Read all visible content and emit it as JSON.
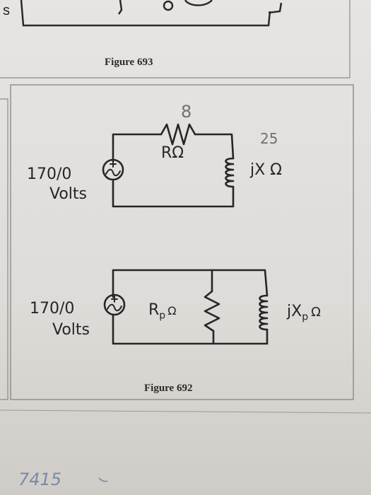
{
  "page": {
    "corner_text": "s",
    "bottom_scribble": "7415"
  },
  "figure_top": {
    "caption": "Figure 693"
  },
  "figure_bottom": {
    "caption": "Figure 692",
    "circuit_series": {
      "source_label": "170/0",
      "source_unit": "Volts",
      "resistor_label": "RΩ",
      "resistor_value": "8",
      "inductor_label": "jX Ω",
      "inductor_value": "25"
    },
    "circuit_parallel": {
      "source_label": "170/0",
      "source_unit": "Volts",
      "resistor_label": "R",
      "resistor_sub": "p",
      "resistor_unit": "Ω",
      "inductor_label": "jX",
      "inductor_sub": "p",
      "inductor_unit": "Ω"
    }
  },
  "colors": {
    "ink": "#262626",
    "paper": "#e6e5e1",
    "border": "#8a8a8a"
  }
}
